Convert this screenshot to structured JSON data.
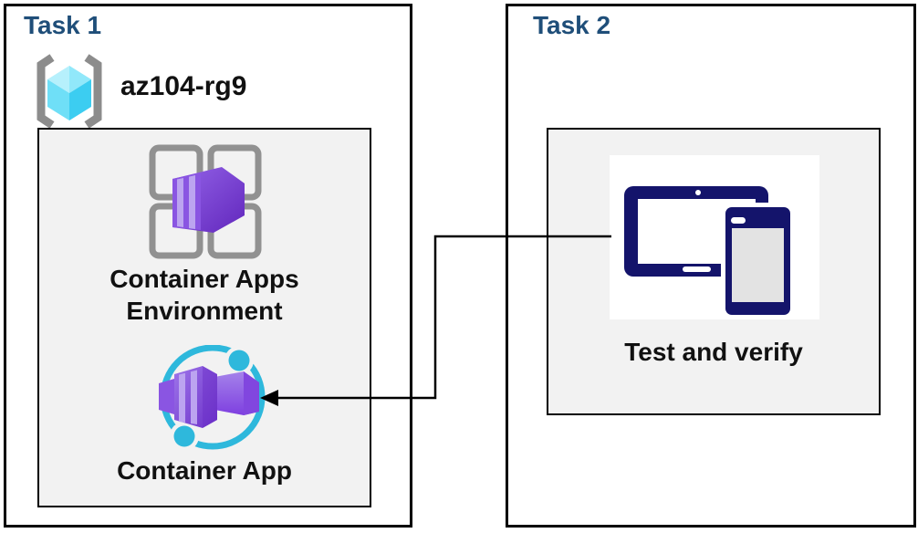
{
  "task1": {
    "title": "Task 1",
    "resource_group_name": "az104-rg9",
    "items": [
      {
        "icon": "container-apps-environment-icon",
        "label_line1": "Container Apps",
        "label_line2": "Environment"
      },
      {
        "icon": "container-app-icon",
        "label": "Container App"
      }
    ]
  },
  "task2": {
    "title": "Task 2",
    "items": [
      {
        "icon": "devices-icon",
        "label": "Test and verify"
      }
    ]
  },
  "connector": {
    "description": "elbow arrow from devices icon in Task 2 to Container App icon in Task 1"
  },
  "colors": {
    "title-navy": "#1F4E79",
    "text-black": "#111111",
    "box-border": "#000000",
    "inner-gray": "#F2F2F2",
    "panel-white": "#FFFFFF",
    "device-navy": "#14146B",
    "screen-gray": "#E3E3E3",
    "cyan": "#2EB8DC",
    "bracket-gray": "#8C8C8C",
    "grid-gray": "#919191",
    "purple-mid": "#8A55E2",
    "purple-dark": "#5F2CB0",
    "purple-light": "#BCA4F0",
    "cube-blue-1": "#B6F0FC",
    "cube-blue-2": "#91E8FA",
    "cube-blue-3": "#6FDFF7",
    "cube-blue-4": "#3CCDF1",
    "connector-black": "#000000"
  }
}
